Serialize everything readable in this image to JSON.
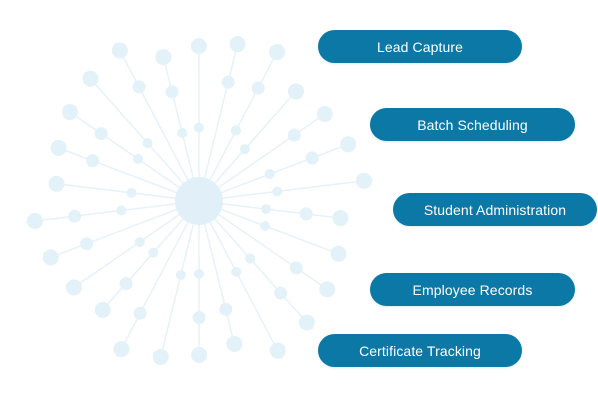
{
  "colors": {
    "pill_bg": "#0b78a6",
    "pill_text": "#ffffff",
    "network_line": "#e6f2f8",
    "network_dot": "#e3f1f8",
    "hub": "#e1f0f8"
  },
  "decoration": {
    "icon": "network-hub-graphic"
  },
  "features": [
    {
      "label": "Lead Capture"
    },
    {
      "label": "Batch Scheduling"
    },
    {
      "label": "Student Administration"
    },
    {
      "label": "Employee Records"
    },
    {
      "label": "Certificate Tracking"
    }
  ]
}
